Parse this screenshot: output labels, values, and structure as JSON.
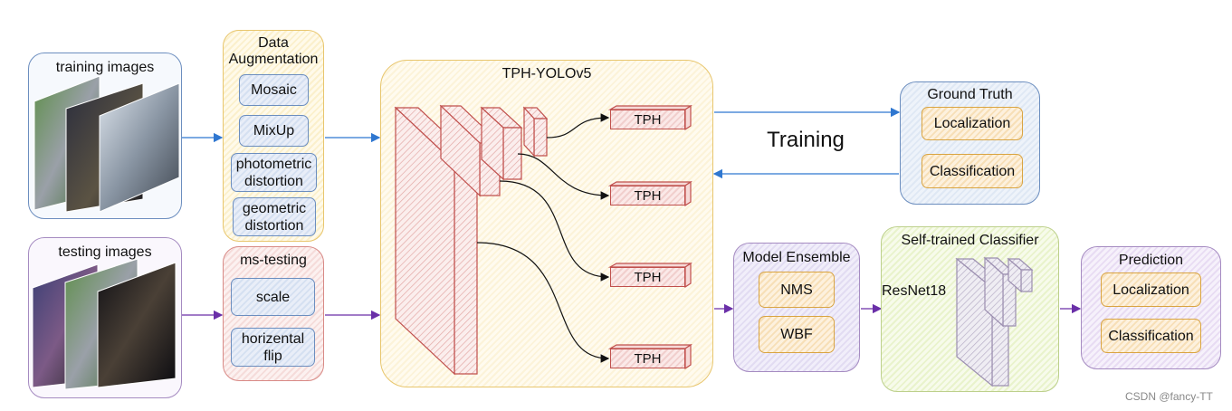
{
  "training_images": {
    "title": "training images"
  },
  "testing_images": {
    "title": "testing images"
  },
  "data_augmentation": {
    "title": "Data Augmentation",
    "items": [
      "Mosaic",
      "MixUp",
      "photometric distortion",
      "geometric distortion"
    ]
  },
  "ms_testing": {
    "title": "ms-testing",
    "items": [
      "scale",
      "horizental flip"
    ]
  },
  "tph_yolo": {
    "title": "TPH-YOLOv5",
    "heads": [
      "TPH",
      "TPH",
      "TPH",
      "TPH"
    ]
  },
  "ground_truth": {
    "title": "Ground Truth",
    "items": [
      "Localization",
      "Classification"
    ]
  },
  "training_label": "Training",
  "model_ensemble": {
    "title": "Model Ensemble",
    "items": [
      "NMS",
      "WBF"
    ]
  },
  "classifier": {
    "title": "Self-trained Classifier",
    "backbone": "ResNet18"
  },
  "prediction": {
    "title": "Prediction",
    "items": [
      "Localization",
      "Classification"
    ]
  },
  "watermark": "CSDN @fancy-TT",
  "colors": {
    "blue_arrow": "#2f77d0",
    "purple_arrow": "#6a2fa8",
    "red": "#c0504d",
    "grey": "#9c8fb0"
  }
}
